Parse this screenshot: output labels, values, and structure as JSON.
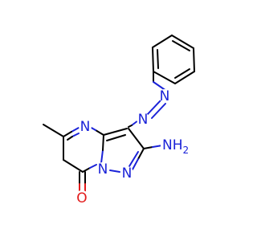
{
  "molecule": {
    "atoms": {
      "n_ring_top": "N",
      "n_azo_1": "N",
      "n_azo_2": "N",
      "n_bridge": "N",
      "n_pyrazole": "N",
      "amine": "NH",
      "amine_h_count": "2",
      "carbonyl_o": "O"
    },
    "colors": {
      "nitrogen": "#1a22d8",
      "oxygen": "#e21a1a",
      "carbon": "#000000"
    }
  }
}
